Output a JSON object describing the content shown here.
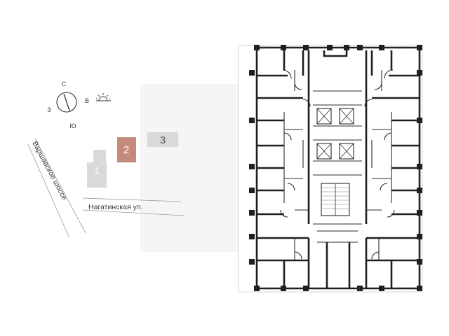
{
  "compass": {
    "north": "С",
    "south": "Ю",
    "west": "З",
    "east": "В",
    "sun_icon": "sunrise-icon"
  },
  "site": {
    "buildings": [
      {
        "label": "1",
        "selected": false
      },
      {
        "label": "2",
        "selected": true
      },
      {
        "label": "3",
        "selected": false
      }
    ],
    "streets": {
      "highway": "Варшавское шоссе",
      "street": "Нагатинская ул."
    }
  },
  "colors": {
    "selected_building": "#c48a7b",
    "other_building": "#d9d9d9",
    "wall": "#1f1f1f",
    "faint_block": "#f3f3f3"
  }
}
